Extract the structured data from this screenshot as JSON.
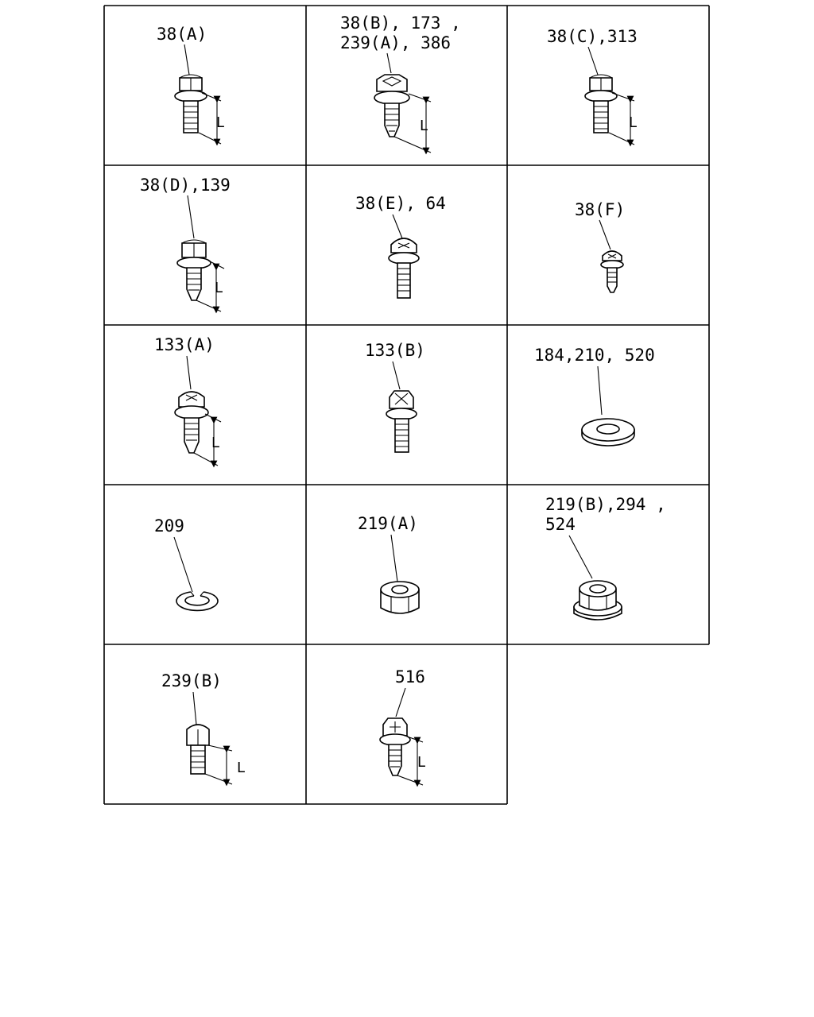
{
  "cells": [
    {
      "id": "38a",
      "label_lines": [
        "38(A)"
      ],
      "dimension": "L"
    },
    {
      "id": "38b",
      "label_lines": [
        "38(B), 173 ,",
        "239(A), 386"
      ],
      "dimension": "L"
    },
    {
      "id": "38c",
      "label_lines": [
        "38(C),313"
      ],
      "dimension": "L"
    },
    {
      "id": "38d",
      "label_lines": [
        "38(D),139"
      ],
      "dimension": "L"
    },
    {
      "id": "38e",
      "label_lines": [
        "38(E), 64"
      ]
    },
    {
      "id": "38f",
      "label_lines": [
        "38(F)"
      ]
    },
    {
      "id": "133a",
      "label_lines": [
        "133(A)"
      ],
      "dimension": "L"
    },
    {
      "id": "133b",
      "label_lines": [
        "133(B)"
      ]
    },
    {
      "id": "184",
      "label_lines": [
        "184,210, 520"
      ]
    },
    {
      "id": "209",
      "label_lines": [
        "209"
      ]
    },
    {
      "id": "219a",
      "label_lines": [
        "219(A)"
      ]
    },
    {
      "id": "219b",
      "label_lines": [
        "219(B),294 ,",
        "524"
      ]
    },
    {
      "id": "239b",
      "label_lines": [
        "239(B)"
      ],
      "dimension": "L"
    },
    {
      "id": "516",
      "label_lines": [
        "516"
      ],
      "dimension": "L"
    }
  ]
}
